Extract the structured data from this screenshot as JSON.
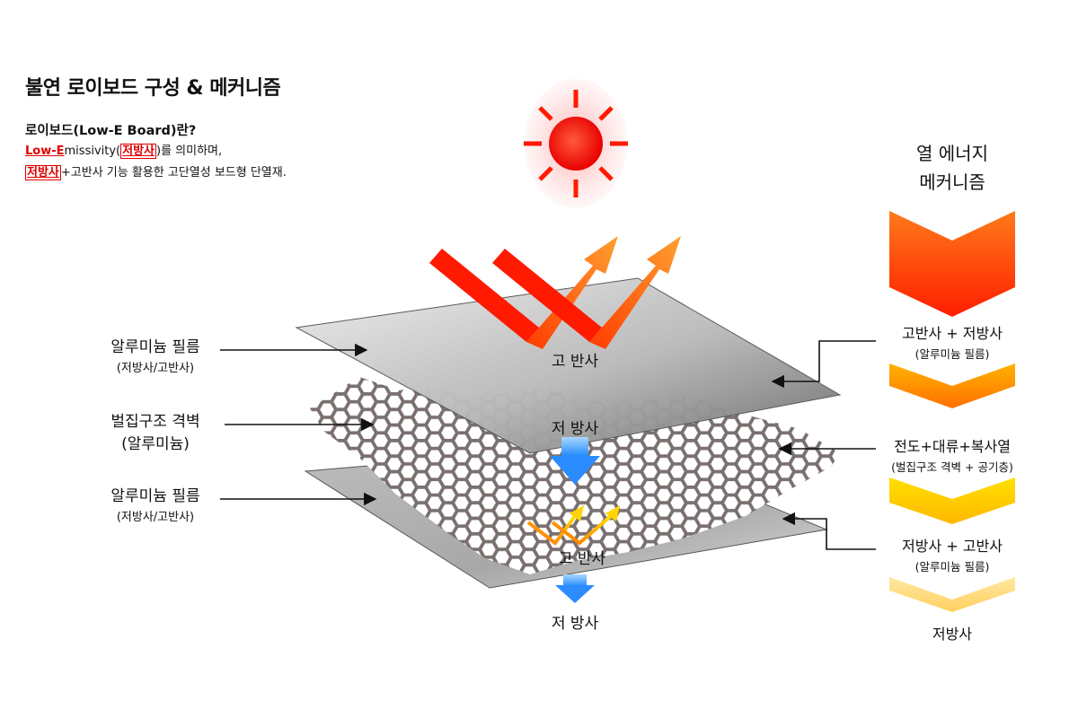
{
  "header": {
    "title": "불연 로이보드 구성 & 메커니즘",
    "subtitle": "로이보드(Low-E Board)란?",
    "line1": {
      "emph_prefix": "Low-E",
      "after_emph": "missivity(",
      "emph_boxed": "저방사",
      "suffix": ")를 의미하며,"
    },
    "line2": {
      "emph_boxed": "저방사",
      "suffix": "+고반사 기능 활용한 고단열성 보드형 단열재."
    }
  },
  "left_labels": [
    {
      "main": "알루미늄 필름",
      "sub": "(저방사/고반사)"
    },
    {
      "main": "벌집구조 격벽",
      "sub": "(알루미늄)"
    },
    {
      "main": "알루미늄 필름",
      "sub": "(저방사/고반사)"
    }
  ],
  "center_labels": {
    "top_reflect": "고 반사",
    "upper_emit": "저 방사",
    "lower_reflect": "고 반사",
    "bottom_emit": "저 방사"
  },
  "mechanism": {
    "title_line1": "열 에너지",
    "title_line2": "메커니즘",
    "steps": [
      {
        "main": "고반사 + 저방사",
        "sub": "(알루미늄 필름)"
      },
      {
        "main": "전도+대류+복사열",
        "sub": "(벌집구조 격벽 + 공기층)"
      },
      {
        "main": "저방사 + 고반사",
        "sub": "(알루미늄 필름)"
      }
    ],
    "final": "저방사"
  },
  "icons": {
    "sun": "sun-icon",
    "reflect": "reflection-arrow-icon",
    "emit": "down-arrow-icon"
  },
  "colors": {
    "accent": "#e00000",
    "sun": "#ff2200",
    "reflect_orange": "#ff8a1a",
    "emit_blue": "#3aa0ff",
    "chevron_top": "#ff3300",
    "chevron_mid": "#ff9900",
    "chevron_low": "#ffcc00",
    "chevron_last": "#ffe08a"
  }
}
